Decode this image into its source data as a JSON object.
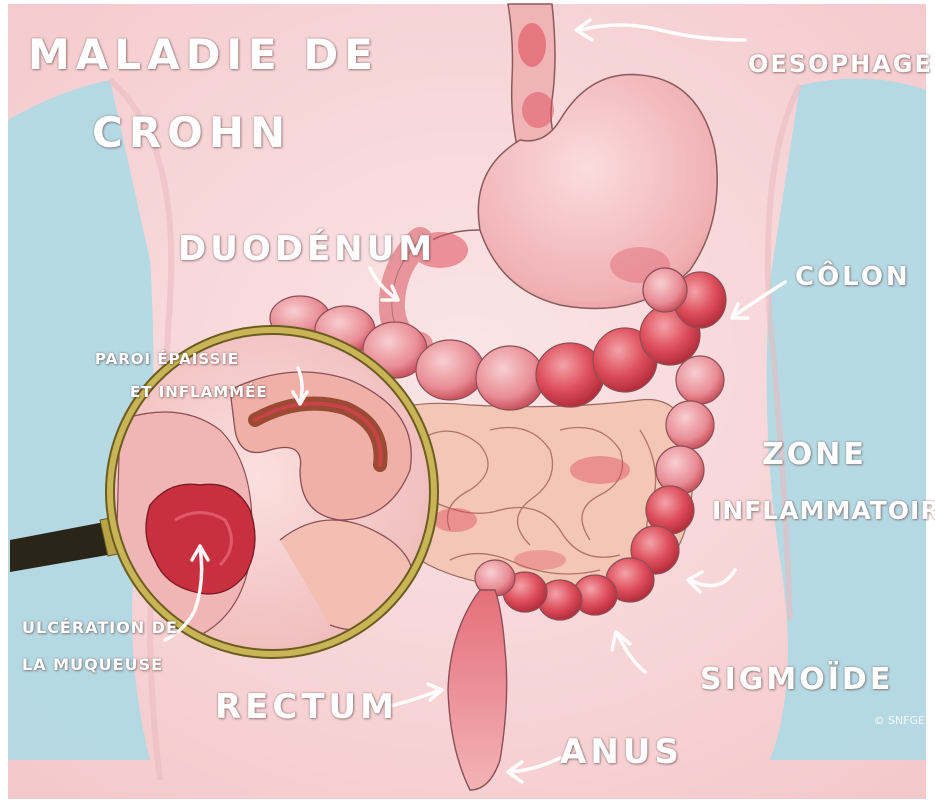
{
  "title": {
    "line1": "MALADIE DE",
    "line2": "CROHN"
  },
  "labels": {
    "oesophage": "OESOPHAGE",
    "duodenum": "DUODÉNUM",
    "colon": "CÔLON",
    "zone_line1": "ZONE",
    "zone_line2": "INFLAMMATOIRE",
    "sigmoide": "SIGMOÏDE",
    "rectum": "RECTUM",
    "anus": "ANUS",
    "paroi_line1": "PAROI ÉPAISSIE",
    "paroi_line2": "ET INFLAMMÉE",
    "ulceration_line1": "ULCÉRATION DE",
    "ulceration_line2": "LA MUQUEUSE"
  },
  "copyright": "© SNFGE",
  "colors": {
    "background": "#f8d9dc",
    "body_blue": "#a9dbe6",
    "organ_pink": "#f1b3b6",
    "inflamed_red": "#d9424f",
    "lens_rim": "#b8a446",
    "handle": "#2b2418"
  }
}
